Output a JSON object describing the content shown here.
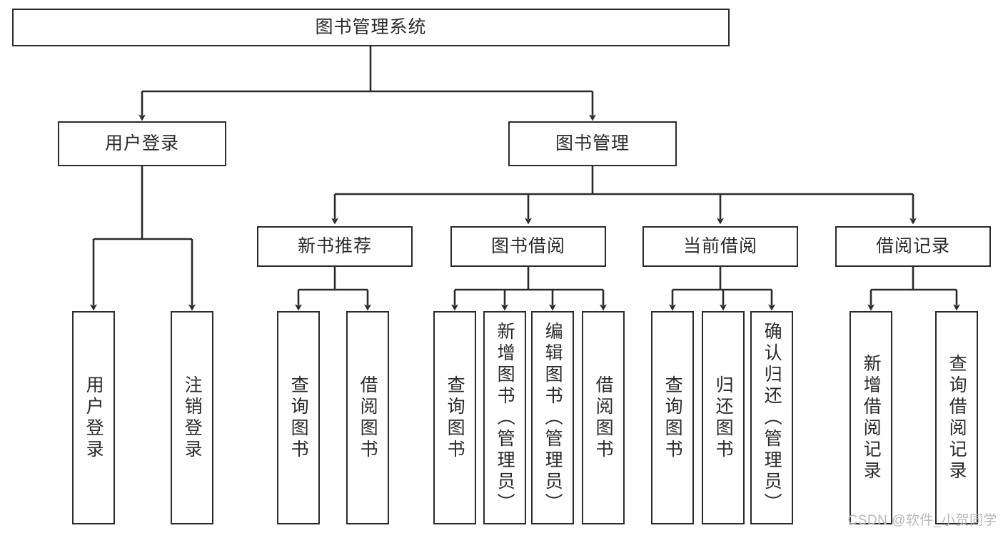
{
  "diagram": {
    "title": "图书管理系统",
    "type": "tree",
    "orientation": "top-down",
    "colors": {
      "background": "#ffffff",
      "box_border": "#2b2b2b",
      "box_fill": "#ffffff",
      "edge": "#2b2b2b",
      "text": "#2a2a2a",
      "watermark": "#b9b9b9"
    },
    "watermark": "CSDN @软件_小贺同学",
    "levels": {
      "level1": [
        "图书管理系统"
      ],
      "level2": [
        "用户登录",
        "图书管理"
      ],
      "level3": [
        "新书推荐",
        "图书借阅",
        "当前借阅",
        "借阅记录"
      ],
      "level4": [
        "用户登录",
        "注销登录",
        "查询图书",
        "借阅图书",
        "查询图书",
        "新增图书（管理员）",
        "编辑图书（管理员）",
        "借阅图书",
        "查询图书",
        "归还图书",
        "确认归还（管理员）",
        "新增借阅记录",
        "查询借阅记录"
      ]
    },
    "nodes": {
      "root": {
        "label": "图书管理系统"
      },
      "user_login": {
        "label": "用户登录"
      },
      "book_manage": {
        "label": "图书管理"
      },
      "new_book_rec": {
        "label": "新书推荐"
      },
      "book_borrow": {
        "label": "图书借阅"
      },
      "current_borrow": {
        "label": "当前借阅"
      },
      "borrow_record": {
        "label": "借阅记录"
      },
      "leaf_user_login": {
        "label": "用户登录"
      },
      "leaf_logout": {
        "label": "注销登录"
      },
      "leaf_query_book_a": {
        "label": "查询图书"
      },
      "leaf_borrow_book_a": {
        "label": "借阅图书"
      },
      "leaf_query_book_b": {
        "label": "查询图书"
      },
      "leaf_add_book": {
        "label": "新增图书（管理员）"
      },
      "leaf_edit_book": {
        "label": "编辑图书（管理员）"
      },
      "leaf_borrow_book_b": {
        "label": "借阅图书"
      },
      "leaf_query_book_c": {
        "label": "查询图书"
      },
      "leaf_return_book": {
        "label": "归还图书"
      },
      "leaf_confirm_return": {
        "label": "确认归还（管理员）"
      },
      "leaf_add_record": {
        "label": "新增借阅记录"
      },
      "leaf_query_record": {
        "label": "查询借阅记录"
      }
    },
    "edges": [
      {
        "from": "图书管理系统",
        "to": "用户登录"
      },
      {
        "from": "图书管理系统",
        "to": "图书管理"
      },
      {
        "from": "用户登录",
        "to": "用户登录"
      },
      {
        "from": "用户登录",
        "to": "注销登录"
      },
      {
        "from": "图书管理",
        "to": "新书推荐"
      },
      {
        "from": "图书管理",
        "to": "图书借阅"
      },
      {
        "from": "图书管理",
        "to": "当前借阅"
      },
      {
        "from": "图书管理",
        "to": "借阅记录"
      },
      {
        "from": "新书推荐",
        "to": "查询图书"
      },
      {
        "from": "新书推荐",
        "to": "借阅图书"
      },
      {
        "from": "图书借阅",
        "to": "查询图书"
      },
      {
        "from": "图书借阅",
        "to": "新增图书（管理员）"
      },
      {
        "from": "图书借阅",
        "to": "编辑图书（管理员）"
      },
      {
        "from": "图书借阅",
        "to": "借阅图书"
      },
      {
        "from": "当前借阅",
        "to": "查询图书"
      },
      {
        "from": "当前借阅",
        "to": "归还图书"
      },
      {
        "from": "当前借阅",
        "to": "确认归还（管理员）"
      },
      {
        "from": "借阅记录",
        "to": "新增借阅记录"
      },
      {
        "from": "借阅记录",
        "to": "查询借阅记录"
      }
    ]
  }
}
